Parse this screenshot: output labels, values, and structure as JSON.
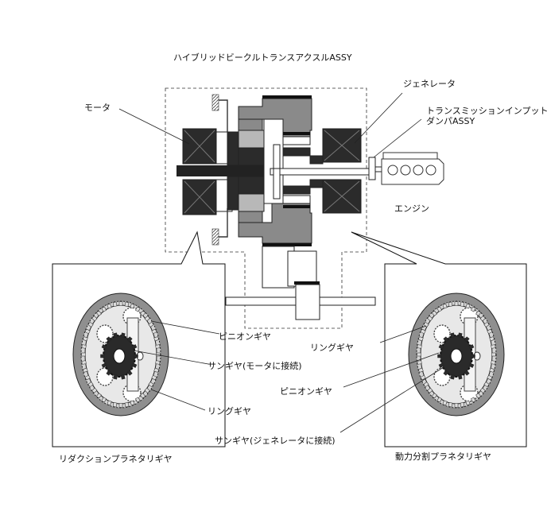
{
  "title": "ハイブリッドビークルトランスアクスルASSY",
  "labels": {
    "motor": "モータ",
    "generator": "ジェネレータ",
    "damper_line1": "トランスミッションインプット",
    "damper_line2": "ダンパASSY",
    "engine": "エンジン",
    "left_pinion": "ピニオンギヤ",
    "left_sun": "サンギヤ(モータに接続)",
    "left_ring": "リングギヤ",
    "right_ring": "リングギヤ",
    "right_pinion": "ピニオンギヤ",
    "right_sun": "サンギヤ(ジェネレータに接続)"
  },
  "captions": {
    "left": "リダクションプラネタリギヤ",
    "right": "動力分割プラネタリギヤ"
  }
}
